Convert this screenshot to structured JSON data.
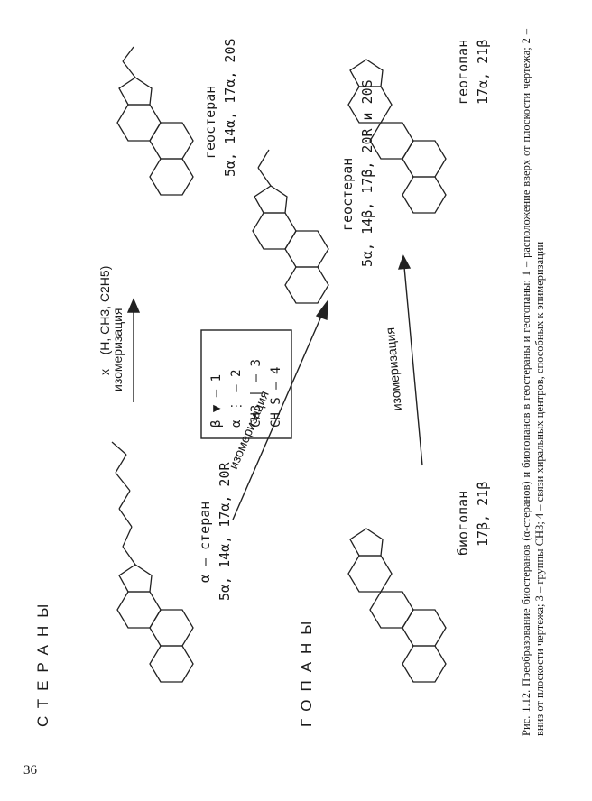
{
  "page_number": "36",
  "row_labels": {
    "steranes": "СТЕРАНЫ",
    "hopanes": "ГОПАНЫ"
  },
  "substituent_note": "x – (H, CH3, C2H5)",
  "arrows": {
    "top": "изомеризация",
    "middle": "изомеризация",
    "bottom": "изомеризация"
  },
  "structures": {
    "alpha_sterane": {
      "name": "α – стеран",
      "config": "5α, 14α, 17α, 20R"
    },
    "geosterane_s": {
      "name": "геостеран",
      "config": "5α, 14α, 17α, 20S"
    },
    "geosterane_r": {
      "name": "геостеран",
      "config": "5α, 14β, 17β, 20R и 20S"
    },
    "biohopane": {
      "name": "биогопан",
      "config": "17β, 21β"
    },
    "geohopane": {
      "name": "геогопан",
      "config": "17α, 21β"
    }
  },
  "legend": {
    "items": [
      {
        "symbol": "β  ▼",
        "number": "1"
      },
      {
        "symbol": "α  ⋮",
        "number": "2"
      },
      {
        "symbol": "CH3 |",
        "number": "3"
      },
      {
        "symbol": "CH S",
        "number": "4"
      }
    ]
  },
  "caption": "Рис. 1.12. Преобразование биостеранов (α-стеранов) и биогопанов в геостераны и геогопаны: 1 – расположение вверх от плоскости чертежа; 2 – вниз от плоскости чертежа; 3 – группы CH3; 4 – связи хиральных центров, способных к эпимеризации"
}
